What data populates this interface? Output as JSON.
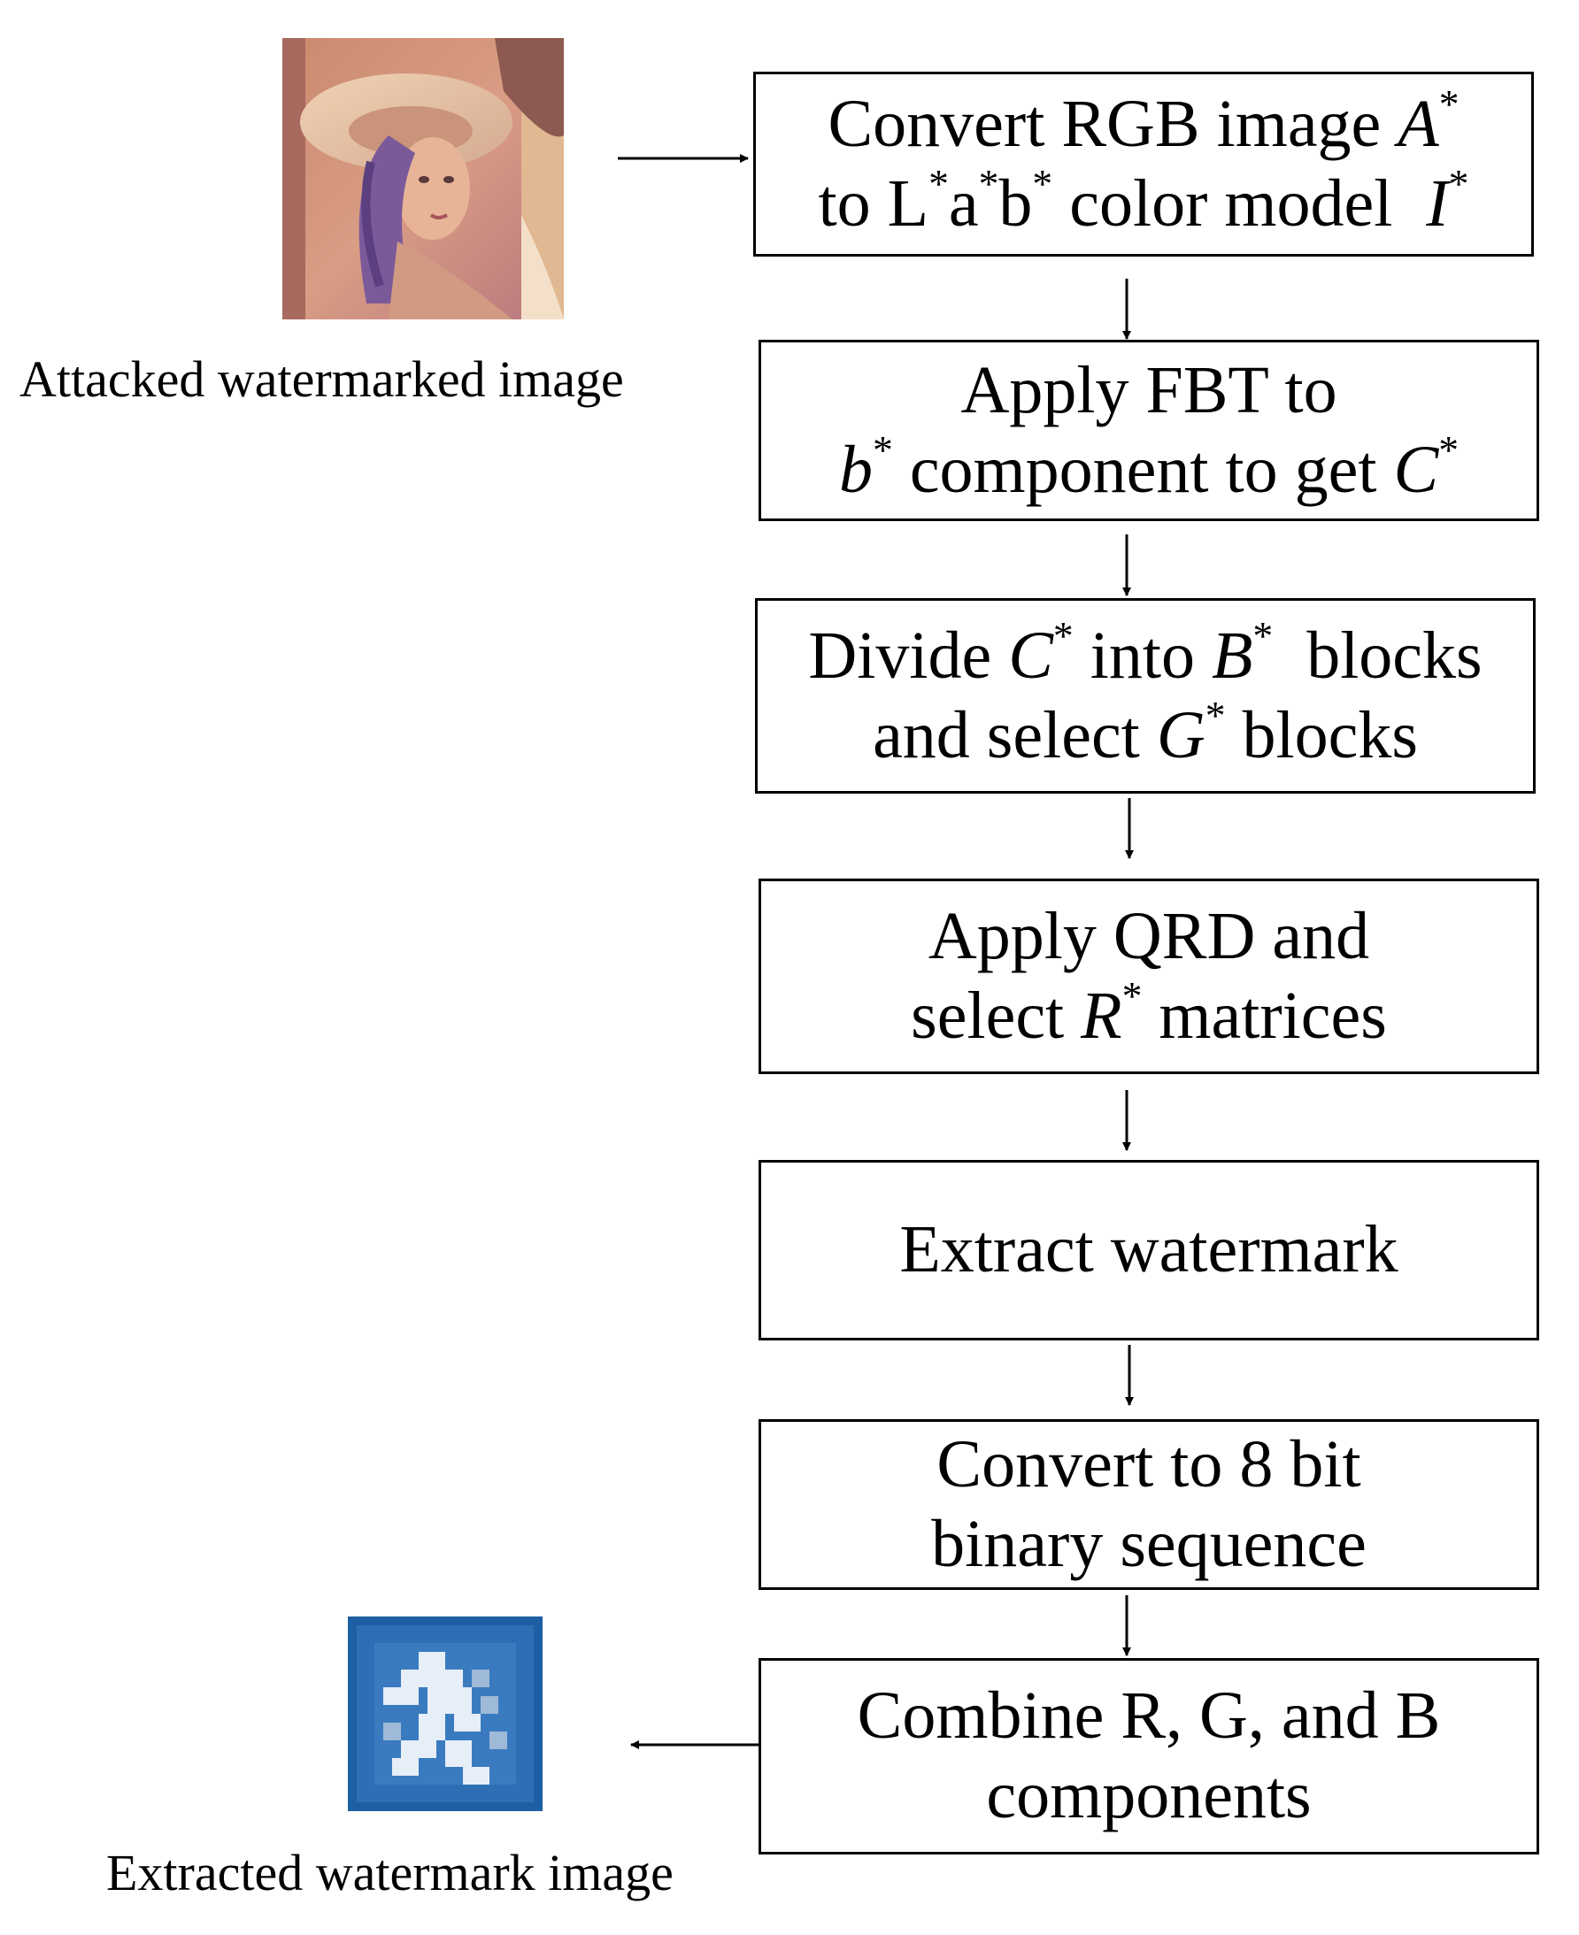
{
  "input_image": {
    "caption": "Attacked watermarked image"
  },
  "output_image": {
    "caption": "Extracted watermark image"
  },
  "steps": [
    {
      "parts": [
        "Convert RGB image ",
        "A",
        "*",
        "to  L",
        "*",
        "a",
        "*",
        "b",
        "*",
        " color model  ",
        "I",
        "*"
      ]
    },
    {
      "parts": [
        "Apply FBT to",
        "b",
        "*",
        " component to get ",
        "C",
        "*"
      ]
    },
    {
      "parts": [
        "Divide ",
        "C",
        "*",
        " into ",
        "B",
        "*",
        "  blocks",
        "and select ",
        "G",
        "*",
        " blocks"
      ]
    },
    {
      "parts": [
        "Apply QRD and",
        "select ",
        "R",
        "*",
        " matrices"
      ]
    },
    {
      "parts": [
        "Extract watermark"
      ]
    },
    {
      "parts": [
        "Convert to 8 bit",
        "binary sequence"
      ]
    },
    {
      "parts": [
        "Combine R, G, and B",
        "components"
      ]
    }
  ]
}
